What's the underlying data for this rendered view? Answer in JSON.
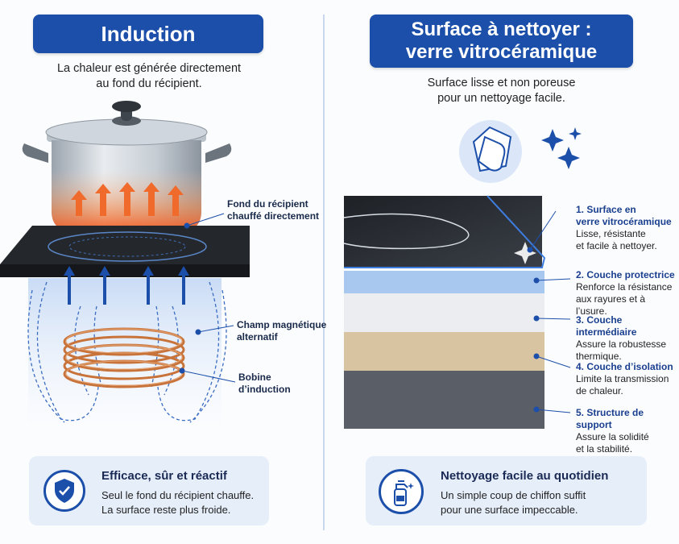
{
  "left": {
    "title": "Induction",
    "subtitle_lines": [
      "La chaleur est générée directement",
      "au fond du récipient."
    ],
    "labels": {
      "fond_line1": "Fond du récipient",
      "fond_line2": "chauffé directement",
      "champ_line1": "Champ magnétique",
      "champ_line2": "alternatif",
      "bobine_line1": "Bobine",
      "bobine_line2": "d’induction"
    },
    "card": {
      "title": "Efficace, sûr et réactif",
      "line1": "Seul le fond du récipient chauffe.",
      "line2": "La surface reste plus froide."
    }
  },
  "right": {
    "title_line1": "Surface à nettoyer :",
    "title_line2": "verre vitrocéramique",
    "subtitle_lines": [
      "Surface lisse et non poreuse",
      "pour un nettoyage facile."
    ],
    "layers": [
      {
        "head1": "1. Surface en",
        "head2": "verre vitrocéramique",
        "desc1": "Lisse, résistante",
        "desc2": "et facile à nettoyer."
      },
      {
        "head1": "2. Couche protectrice",
        "head2": "",
        "desc1": "Renforce la résistance",
        "desc2": "aux rayures et à l’usure."
      },
      {
        "head1": "3. Couche intermédiaire",
        "head2": "",
        "desc1": "Assure la robustesse",
        "desc2": "thermique."
      },
      {
        "head1": "4. Couche d’isolation",
        "head2": "",
        "desc1": "Limite la transmission",
        "desc2": "de chaleur."
      },
      {
        "head1": "5. Structure de support",
        "head2": "",
        "desc1": "Assure la solidité",
        "desc2": "et la stabilité."
      }
    ],
    "card": {
      "title": "Nettoyage facile au quotidien",
      "line1": "Un simple coup de chiffon suffit",
      "line2": "pour une surface impeccable."
    }
  },
  "colors": {
    "accent": "#1c4faa",
    "card_bg": "#e6eefa",
    "heat": "#f06a2c",
    "copper": "#c8733a"
  },
  "icons": [
    "shield-check-icon",
    "cleaning-hand-icon",
    "sparkle-icon",
    "spray-bottle-icon"
  ]
}
